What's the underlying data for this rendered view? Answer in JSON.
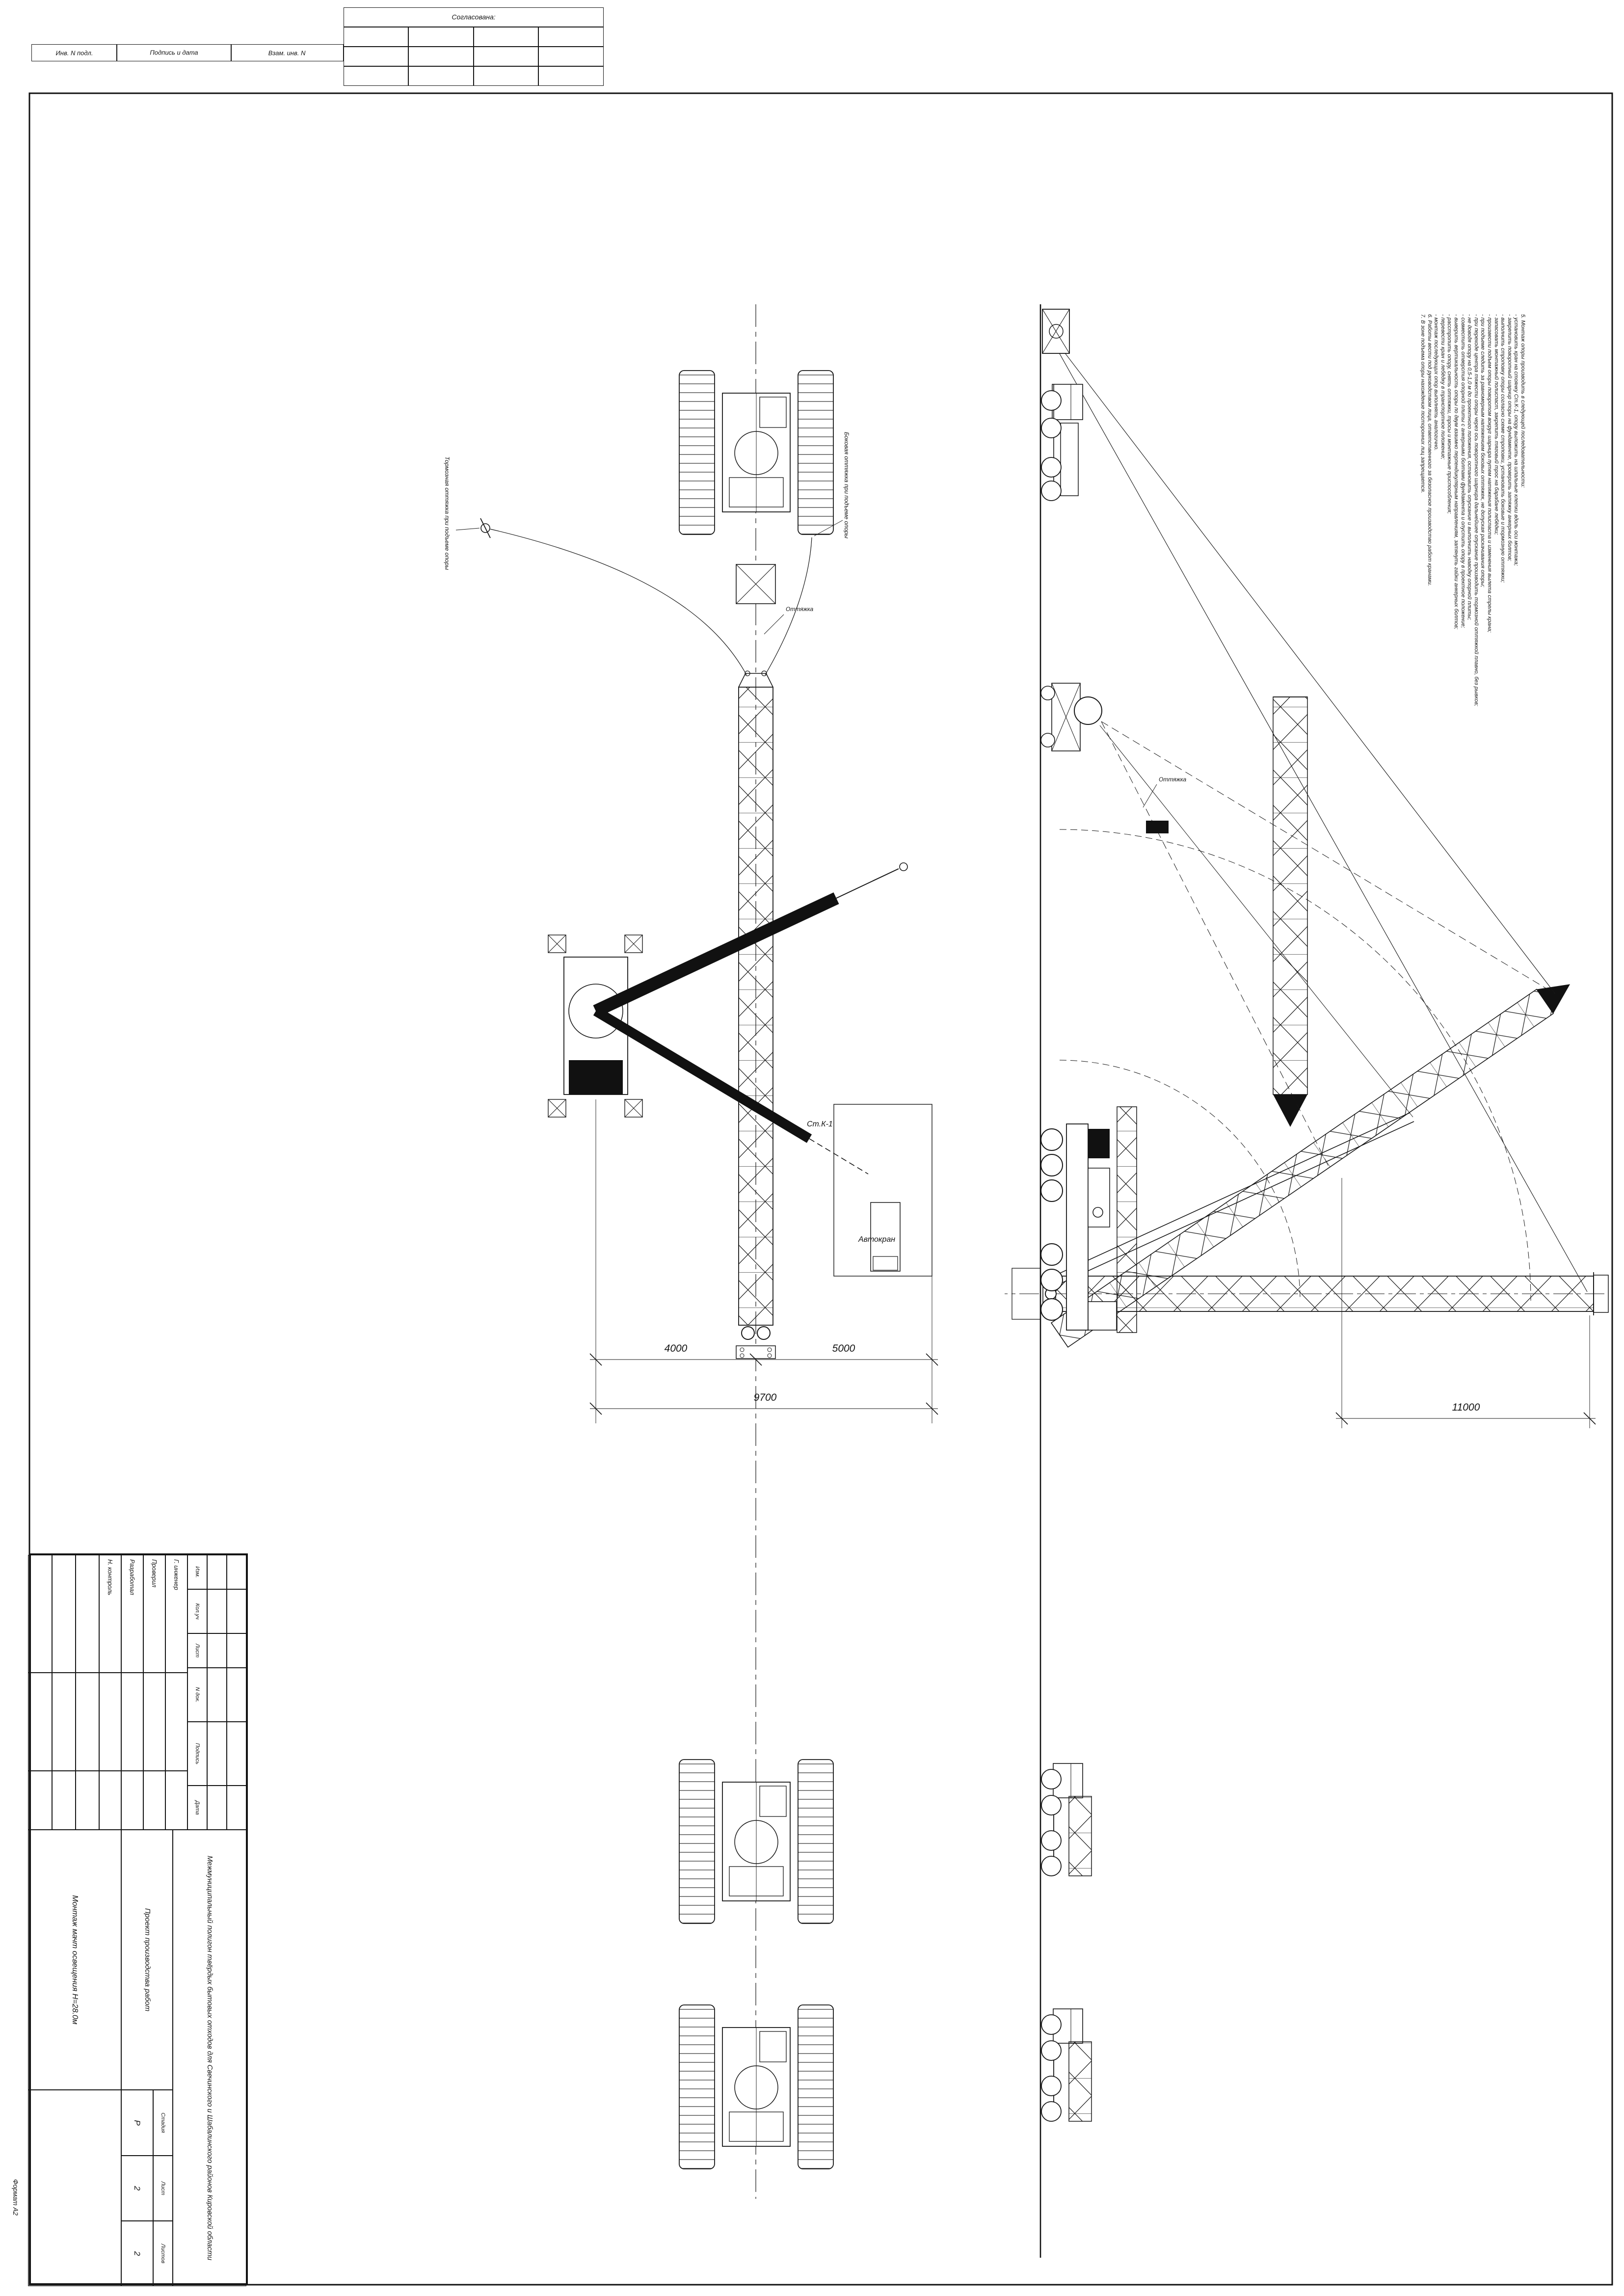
{
  "sheet": {
    "format_label": "Формат А2",
    "approval_title": "Согласована:",
    "margin_columns": [
      "Инв. N подл.",
      "Подпись и дата",
      "Взам. инв. N"
    ]
  },
  "title_block": {
    "change_header": [
      "Изм.",
      "Кол.уч",
      "Лист",
      "N док.",
      "Подпись",
      "Дата"
    ],
    "roles": [
      "Г. инженер",
      "Проверил",
      "Разработал",
      "Н. контроль"
    ],
    "object_name": "Межмуниципальный полигон твёрдых бытовых отходов для Свечинского и Шабалинского районов Кировской области",
    "document_name": "Проект производства работ",
    "sheet_name": "Монтаж мачт освещения Н=28.0м",
    "stage_label": "Стадия",
    "stage_value": "Р",
    "sheet_label": "Лист",
    "sheet_value": "2",
    "sheets_label": "Листов",
    "sheets_value": "2"
  },
  "notes": {
    "lines": [
      "5. Монтаж опоры производить в следующей последовательности:",
      "- установить кран на стоянку Ст.К-1, опору выложить на шпальные клетки вдоль оси монтажа;",
      "- закрепить поворотный шарнир опоры на фундаменте, проверить затяжку анкерных болтов;",
      "- выполнить строповку опоры согласно схеме строповки, установить боковые и тормозную оттяжки;",
      "- запасовать монтажный полиспаст, закрепить тяговый трос на барабане лебёдки;",
      "- произвести подъем опоры поворотом вокруг шарнира путем натяжения полиспаста и изменения вылета стрелы крана;",
      "- при подъеме следить за равномерным натяжением боковых оттяжек, не допуская раскачивания опоры;",
      "- при переходе центра тяжести опоры через ось поворотного шарнира дальнейшее опускание производить тормозной оттяжкой плавно, без рывков;",
      "- не доводя опору на 0,5-1,0 м до проектного положения, остановить опускание и выполнить наводку опорной плиты;",
      "- совместить отверстия опорной плиты с анкерными болтами фундамента и опустить опору в проектное положение;",
      "- выверить вертикальность опоры по двум взаимно перпендикулярным направлениям, затянуть гайки анкерных болтов;",
      "- расстропить опору, снять оттяжки, тросы и монтажные приспособления;",
      "- перевести кран и лебёдку в транспортное положение;",
      "- монтаж последующих опор выполнять аналогично.",
      "6. Работы вести под руководством лица, ответственного за безопасное производство работ кранами.",
      "7. В зоне подъема опоры нахождение посторонних лиц запрещается."
    ]
  },
  "drawing": {
    "dims": {
      "a": "4000",
      "b": "5000",
      "c": "9700",
      "d": "11000"
    },
    "labels": {
      "guy1": "Тормозная оттяжка при подъеме опоры",
      "guy2": "Боковая оттяжка при подъеме опоры",
      "tie": "Оттяжка",
      "station": "Ст.К-1",
      "truck_crane": "Автокран"
    }
  }
}
